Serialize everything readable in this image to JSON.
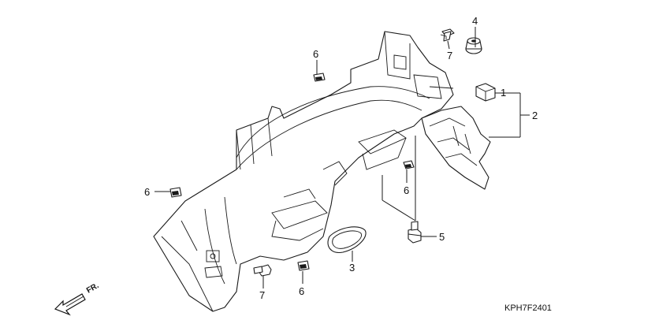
{
  "diagram": {
    "part_code": "KPH7F2401",
    "direction_label": "FR.",
    "callouts": {
      "c1": "1",
      "c2": "2",
      "c3": "3",
      "c4": "4",
      "c5": "5",
      "c6_top": "6",
      "c6_left": "6",
      "c6_mid": "6",
      "c6_bottom": "6",
      "c7_top": "7",
      "c7_bottom": "7"
    }
  }
}
